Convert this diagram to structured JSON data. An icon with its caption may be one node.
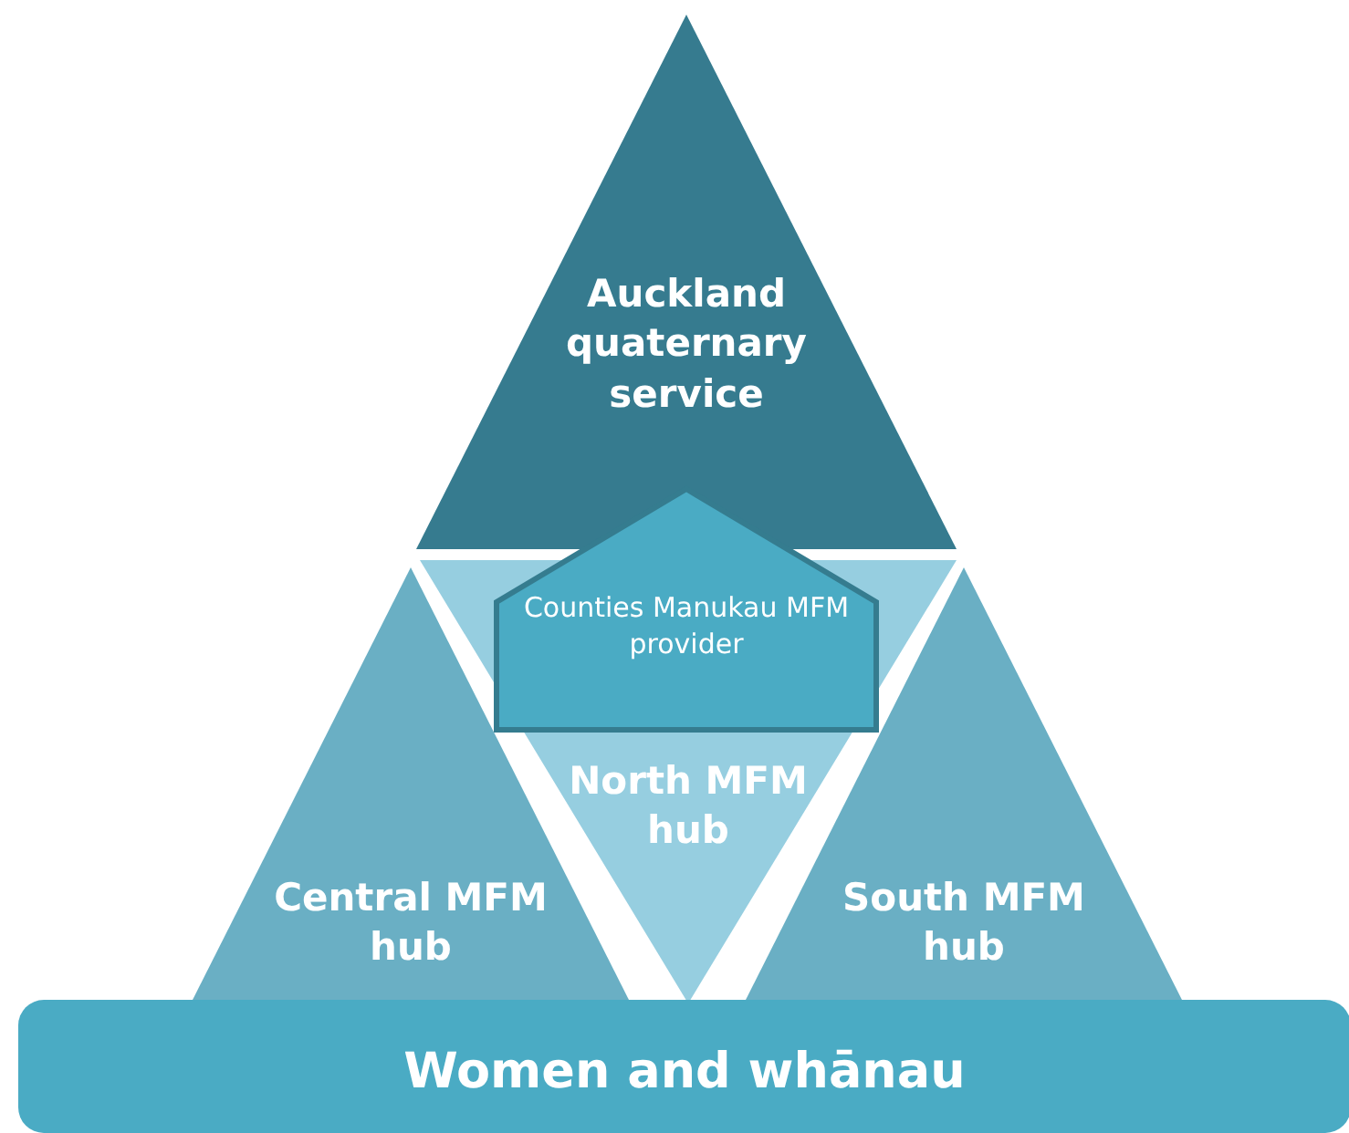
{
  "diagram": {
    "nodes": [
      {
        "text": [
          "Auckland quaternary service"
        ]
      },
      {
        "text": [
          "Counties Manukau MFM provider"
        ]
      },
      {
        "text": [
          "North MFM hub"
        ]
      },
      {
        "text": [
          "Central MFM hub"
        ]
      },
      {
        "text": [
          "South MFM hub"
        ]
      },
      {
        "text": [
          "Women and whānau"
        ]
      }
    ],
    "edges": []
  }
}
